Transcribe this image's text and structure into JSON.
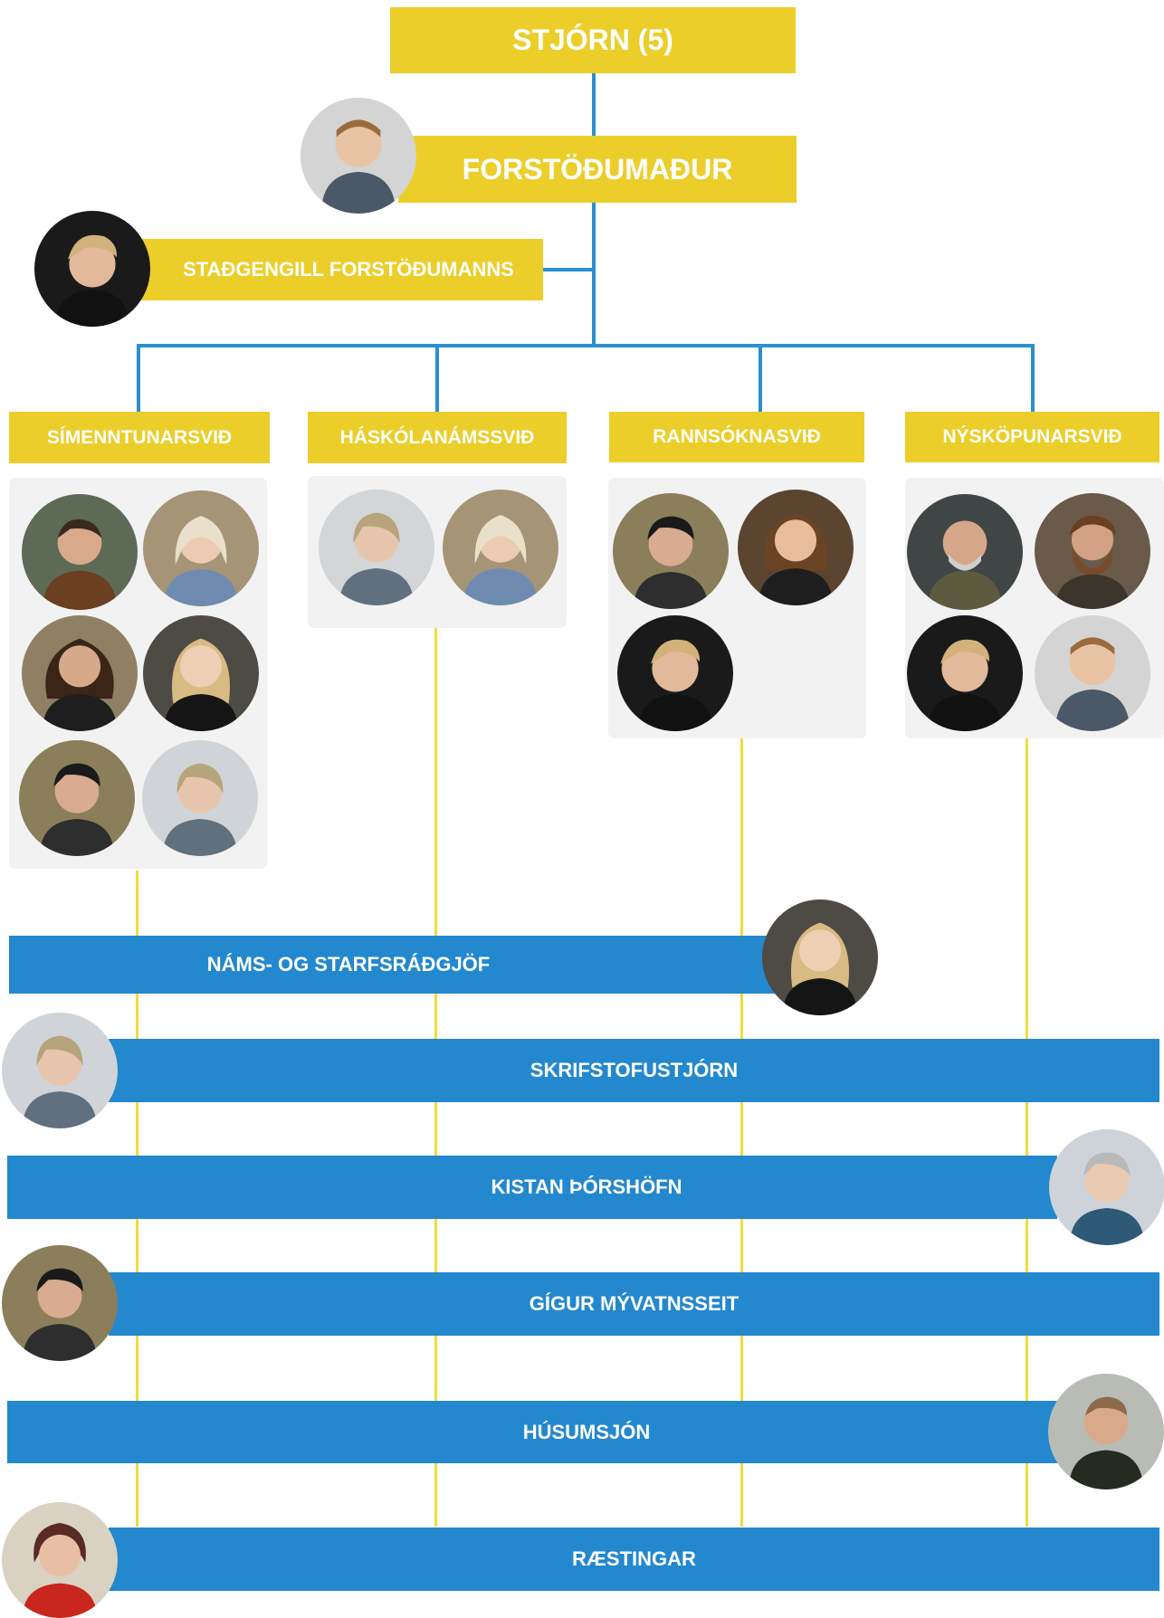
{
  "board": {
    "label": "STJÓRN (5)"
  },
  "director": {
    "label": "FORSTÖÐUMAÐUR"
  },
  "deputy": {
    "label": "STAÐGENGILL FORSTÖÐUMANNS"
  },
  "departments": [
    {
      "label": "SÍMENNTUNARSVIÐ"
    },
    {
      "label": "HÁSKÓLANÁMSSVIÐ"
    },
    {
      "label": "RANNSÓKNASVIÐ"
    },
    {
      "label": "NÝSKÖPUNARSVIÐ"
    }
  ],
  "functions": [
    {
      "label": "NÁMS- OG STARFSRÁÐGJÖF"
    },
    {
      "label": "SKRIFSTOFUSTJÓRN"
    },
    {
      "label": "KISTAN ÞÓRSHÖFN"
    },
    {
      "label": "GÍGUR MÝVATNSSEIT"
    },
    {
      "label": "HÚSUMSJÓN"
    },
    {
      "label": "RÆSTINGAR"
    }
  ],
  "colors": {
    "yellow": "#ecce2a",
    "blue": "#2388cd",
    "connector_blue": "#2c8fce",
    "connector_yellow": "#f0dc3a",
    "panel": "#f2f2f2"
  }
}
